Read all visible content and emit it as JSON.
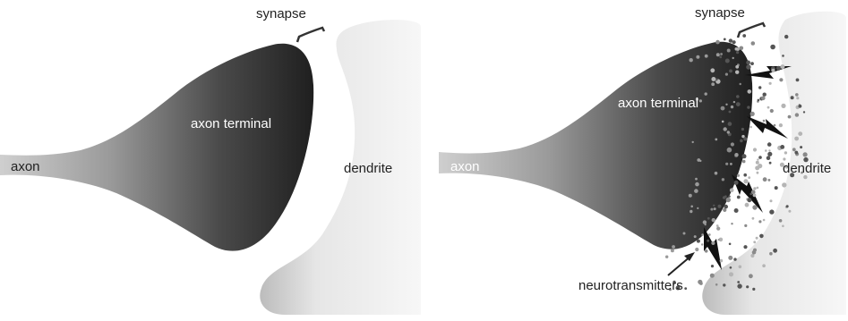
{
  "panels": [
    {
      "labels": {
        "synapse": "synapse",
        "axon_terminal": "axon terminal",
        "axon": "axon",
        "dendrite": "dendrite"
      }
    },
    {
      "labels": {
        "synapse": "synapse",
        "axon_terminal": "axon terminal",
        "axon": "axon",
        "dendrite": "dendrite",
        "neurotransmitters": "neurotransmitters"
      }
    }
  ],
  "colors": {
    "terminal_dark": "#2a2a2a",
    "axon_light": "#bdbdbd",
    "dendrite_light": "#eeeeee",
    "dendrite_mid": "#9a9a9a",
    "lightning": "#111111",
    "particle": "#8a8a8a"
  }
}
